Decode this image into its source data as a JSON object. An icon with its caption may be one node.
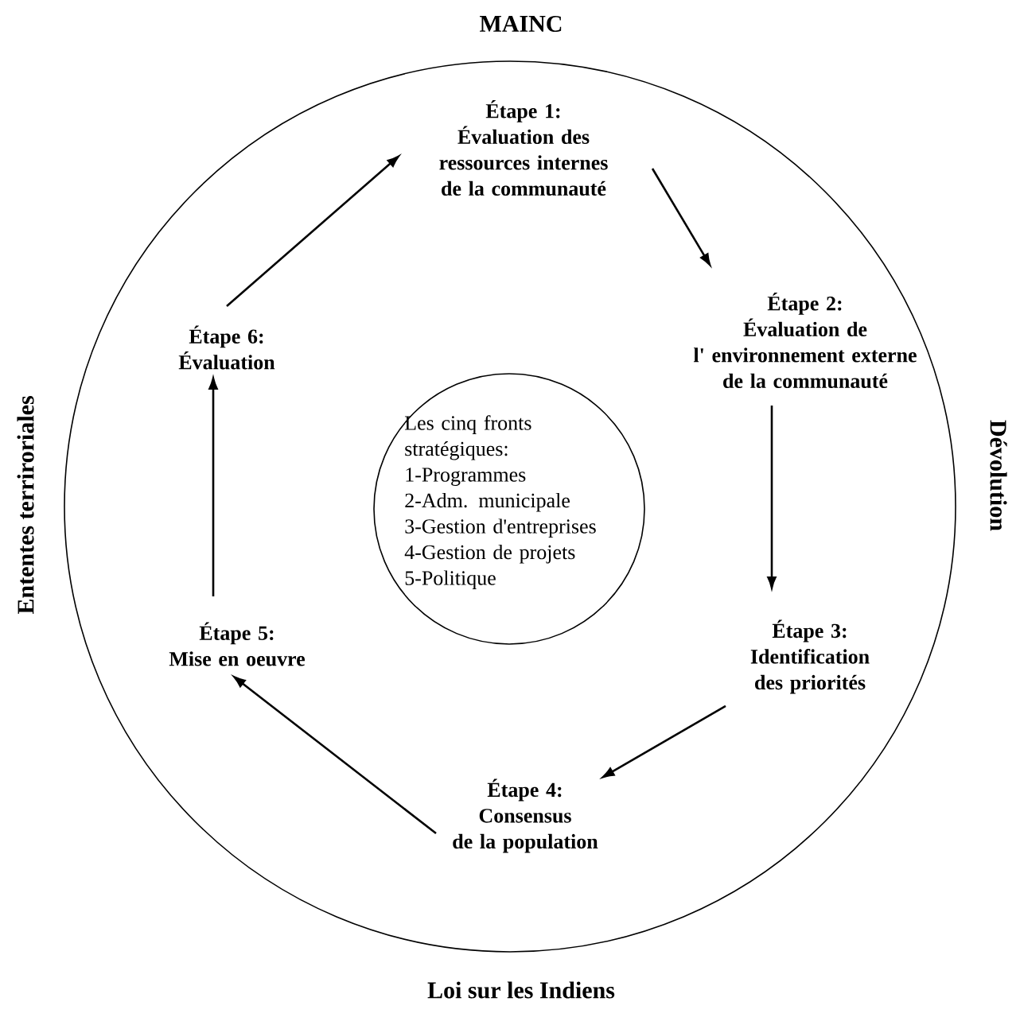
{
  "diagram": {
    "nodes": [
      {
        "text": [],
        "shape": "circle"
      },
      {
        "text": [
          "Étape 1:",
          "Évaluation des ressources internes de la communauté"
        ],
        "in": 0
      },
      {
        "text": [
          "Étape 2:",
          "Évaluation de l' environnement externe de la communauté"
        ],
        "in": 0
      },
      {
        "text": [
          "Étape 3:",
          "Identification des priorités"
        ],
        "in": 0
      },
      {
        "text": [
          "Étape 4:",
          "Consensus de la population"
        ],
        "in": 0
      },
      {
        "text": [
          "Étape 5:",
          "Mise en oeuvre"
        ],
        "in": 0
      },
      {
        "text": [
          "Étape 6:",
          "Évaluation"
        ],
        "in": 0
      },
      {
        "text": [
          "Les cinq fronts stratégiques:",
          "1-Programmes",
          "2-Adm. municipale",
          "3-Gestion d'entreprises",
          "4-Gestion de projets",
          "5-Politique"
        ],
        "in": 0
      }
    ],
    "edges": [
      {
        "from": 1,
        "to": 2,
        "arrow": "to"
      },
      {
        "from": 2,
        "to": 3,
        "arrow": "to"
      },
      {
        "from": 3,
        "to": 4,
        "arrow": "to"
      },
      {
        "from": 4,
        "to": 5,
        "arrow": "to"
      },
      {
        "from": 5,
        "to": 6,
        "arrow": "to"
      },
      {
        "from": 6,
        "to": 1,
        "arrow": "to"
      }
    ],
    "labels": [
      "MAINC",
      "Ententes terriroriales",
      "Dévolution",
      "Loi sur les Indiens"
    ]
  }
}
